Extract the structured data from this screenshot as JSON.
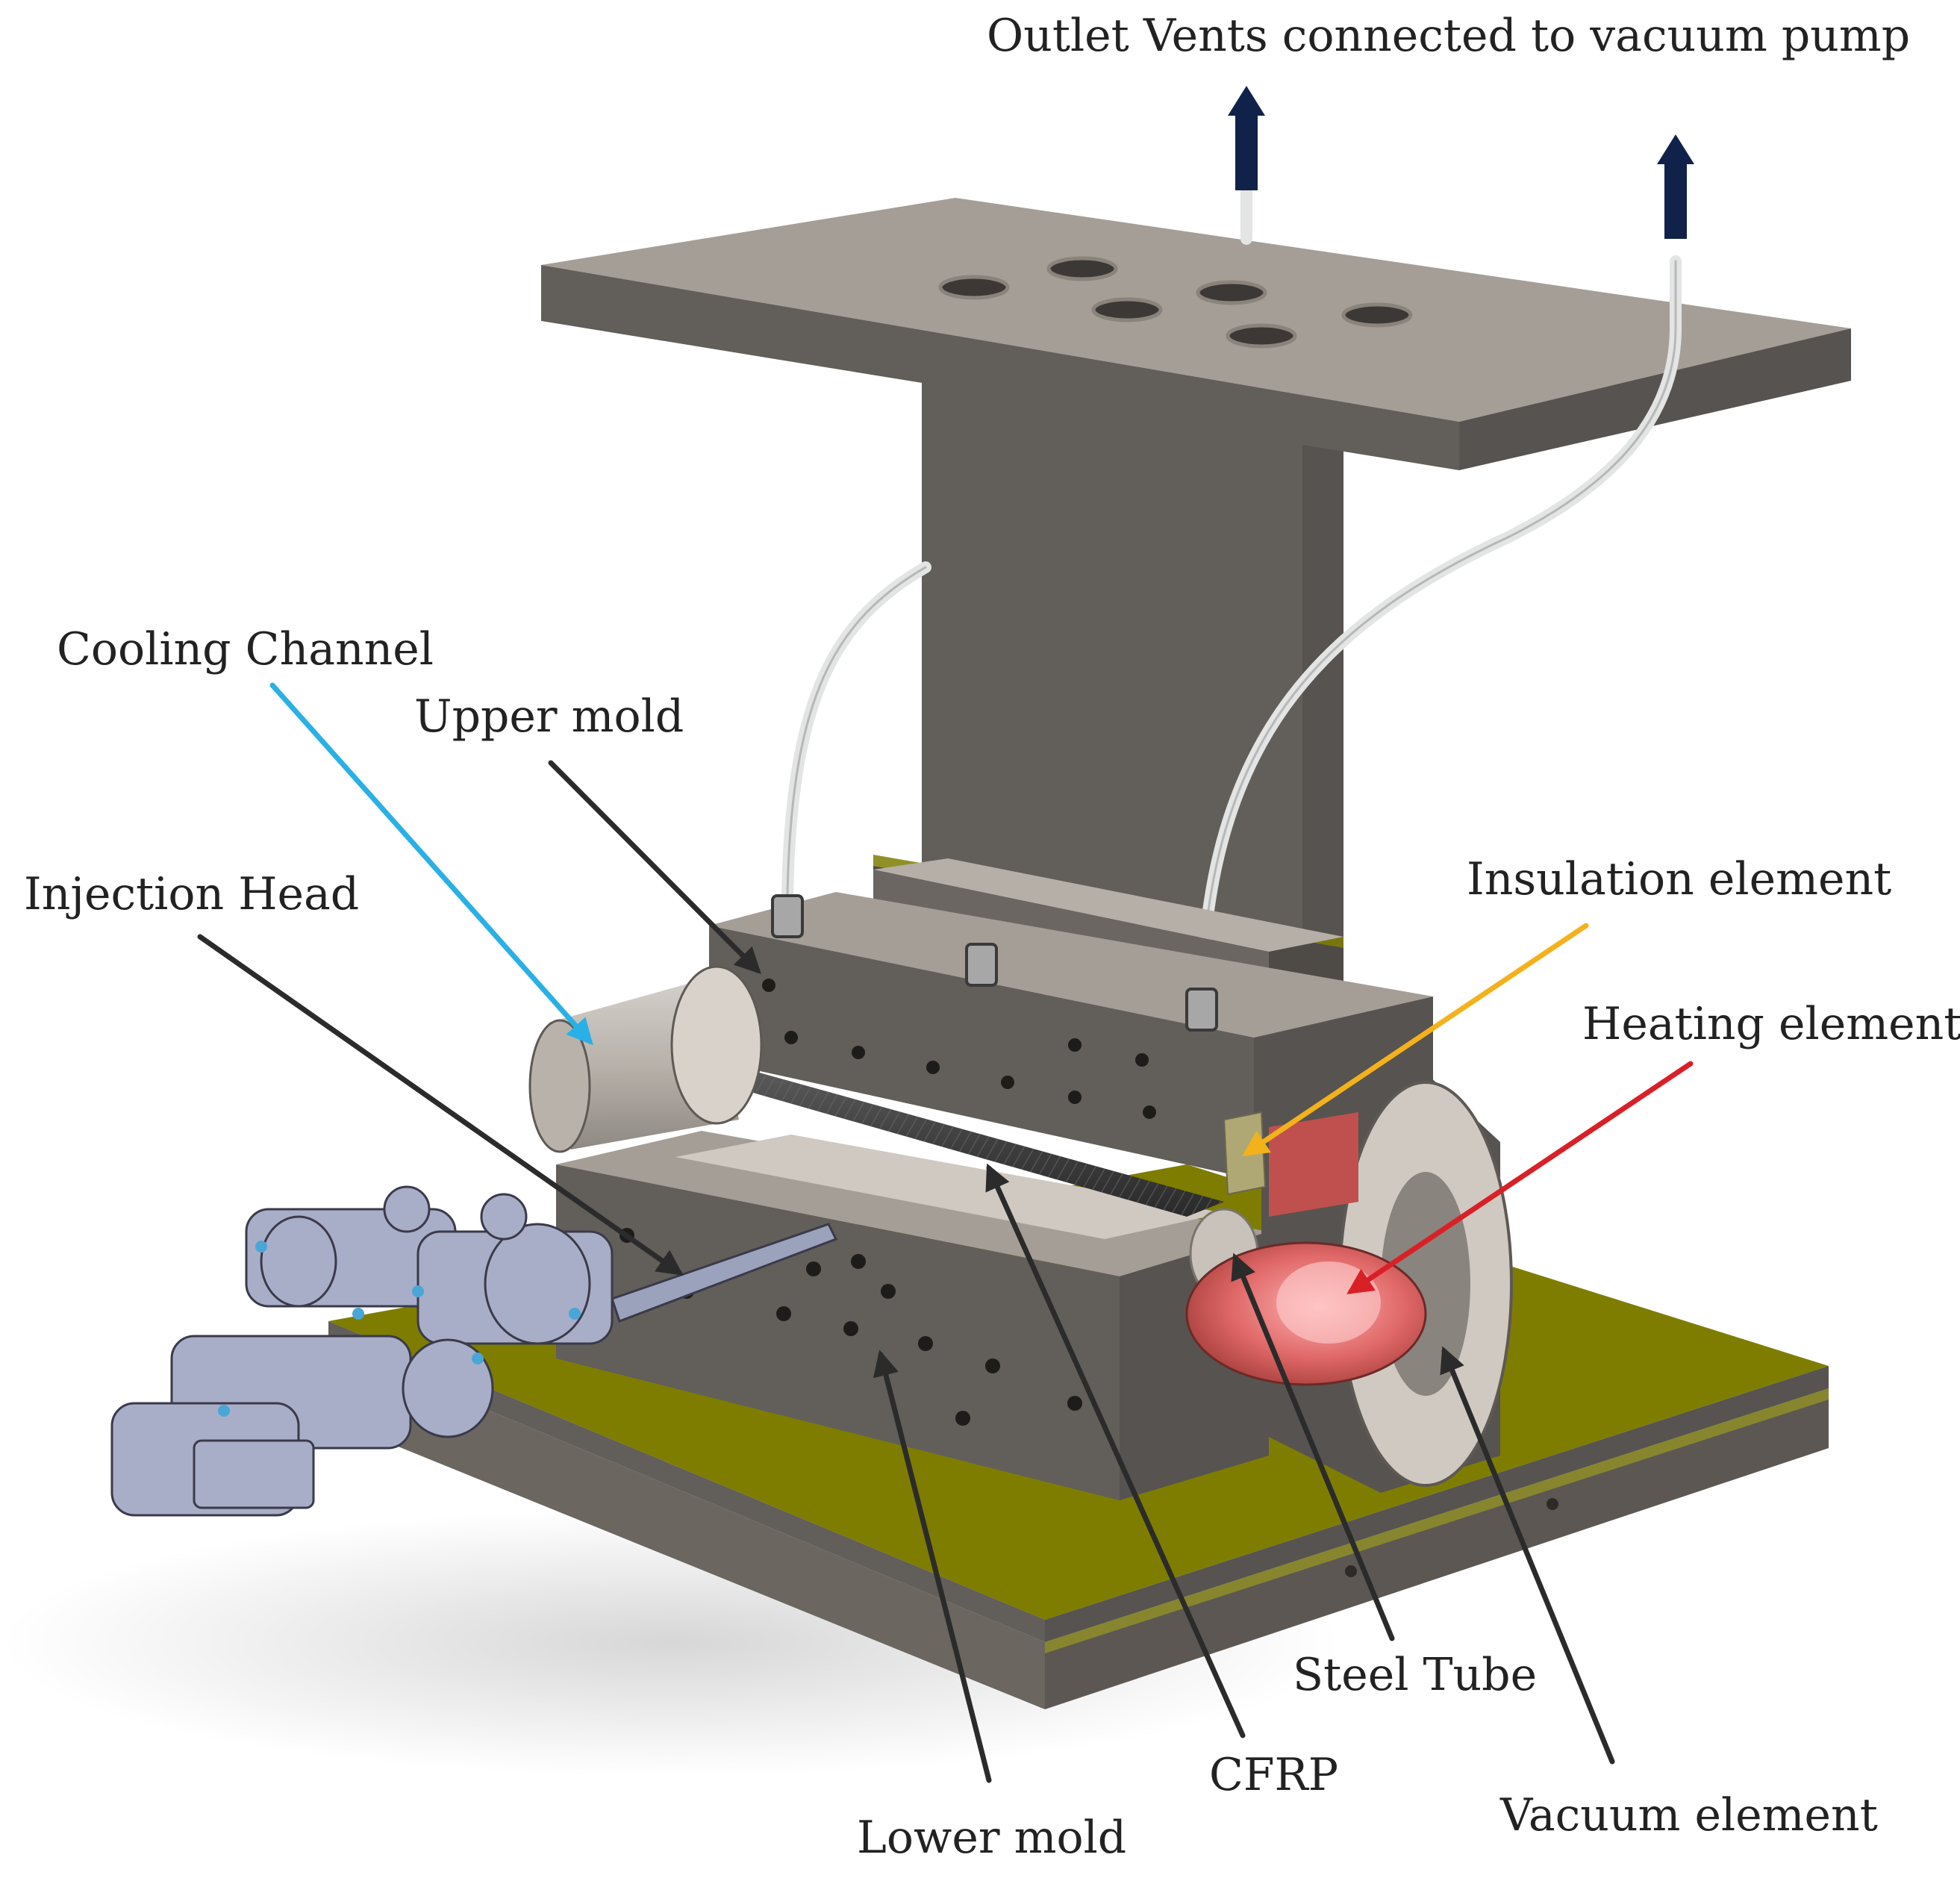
{
  "diagram": {
    "labels": {
      "outlet_vents": "Outlet Vents connected to vacuum pump",
      "cooling_channel": "Cooling Channel",
      "upper_mold": "Upper mold",
      "injection_head": "Injection Head",
      "insulation_element": "Insulation element",
      "heating_element": "Heating element",
      "steel_tube": "Steel Tube",
      "cfrp": "CFRP",
      "lower_mold": "Lower mold",
      "vacuum_element": "Vacuum element"
    },
    "colors": {
      "mold_top": "#a59e97",
      "mold_front": "#625e59",
      "mold_side": "#575350",
      "base_plate": "#7e7d00",
      "heating_element": "#c0504d",
      "insulation_element": "#b0a874",
      "vent_arrow": "#10214a",
      "hose": "#e3e4e4",
      "injection_head": "#a8aec8",
      "arrow_default": "#2b2b2b",
      "arrow_cooling_channel": "#29b0e6",
      "arrow_insulation_element": "#f3b21c",
      "arrow_heating_element": "#d92027"
    }
  }
}
